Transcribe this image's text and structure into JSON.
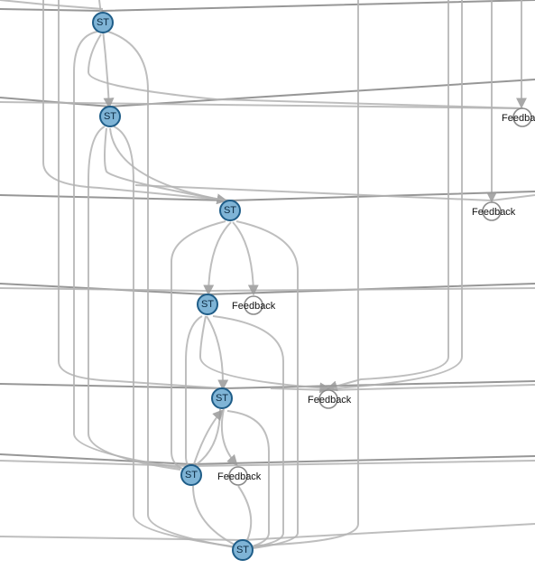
{
  "diagram": {
    "node_type_st": "ST",
    "feedback_label": "Feedback",
    "feedback_label_clipped": "Feedba",
    "colors": {
      "st_fill": "#7fb4d6",
      "st_stroke": "#1f5d88",
      "edge": "#b3b3b3",
      "feedback_stroke": "#8a8a8a"
    },
    "st_nodes": [
      {
        "label": "ST"
      },
      {
        "label": "ST"
      },
      {
        "label": "ST"
      },
      {
        "label": "ST"
      },
      {
        "label": "ST"
      },
      {
        "label": "ST"
      },
      {
        "label": "ST"
      }
    ],
    "feedback_nodes": [
      {
        "label": "Feedba"
      },
      {
        "label": "Feedback"
      },
      {
        "label": "Feedback"
      },
      {
        "label": "Feedback"
      },
      {
        "label": "Feedback"
      }
    ]
  }
}
